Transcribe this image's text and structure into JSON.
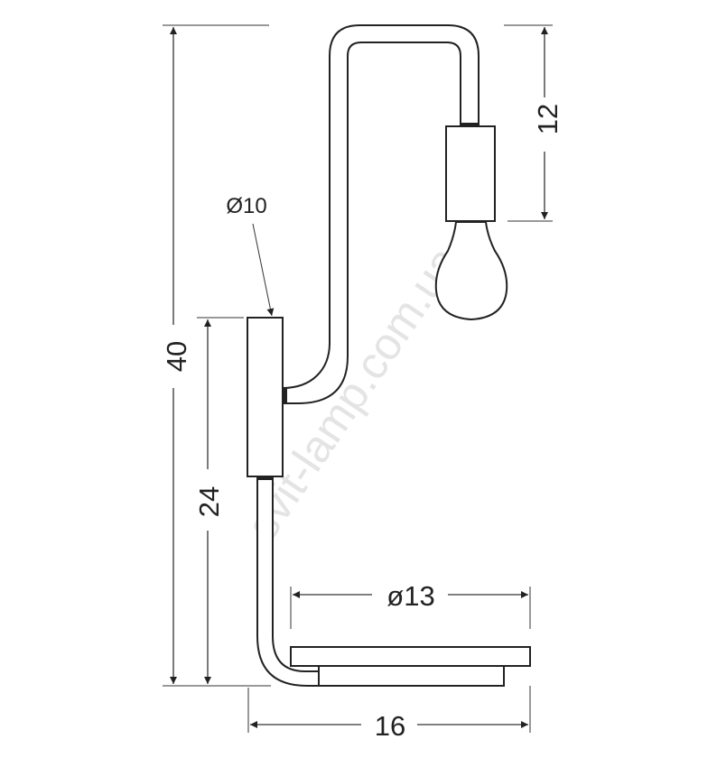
{
  "dimensions": {
    "total_height": "40",
    "wall_plate_height": "24",
    "socket_drop": "12",
    "tube_diameter": "Ø10",
    "base_diameter": "ø13",
    "depth": "16"
  },
  "watermark": "svit-lamp.com.ua",
  "colors": {
    "line": "#222222",
    "watermark": "#e4e4e4"
  }
}
